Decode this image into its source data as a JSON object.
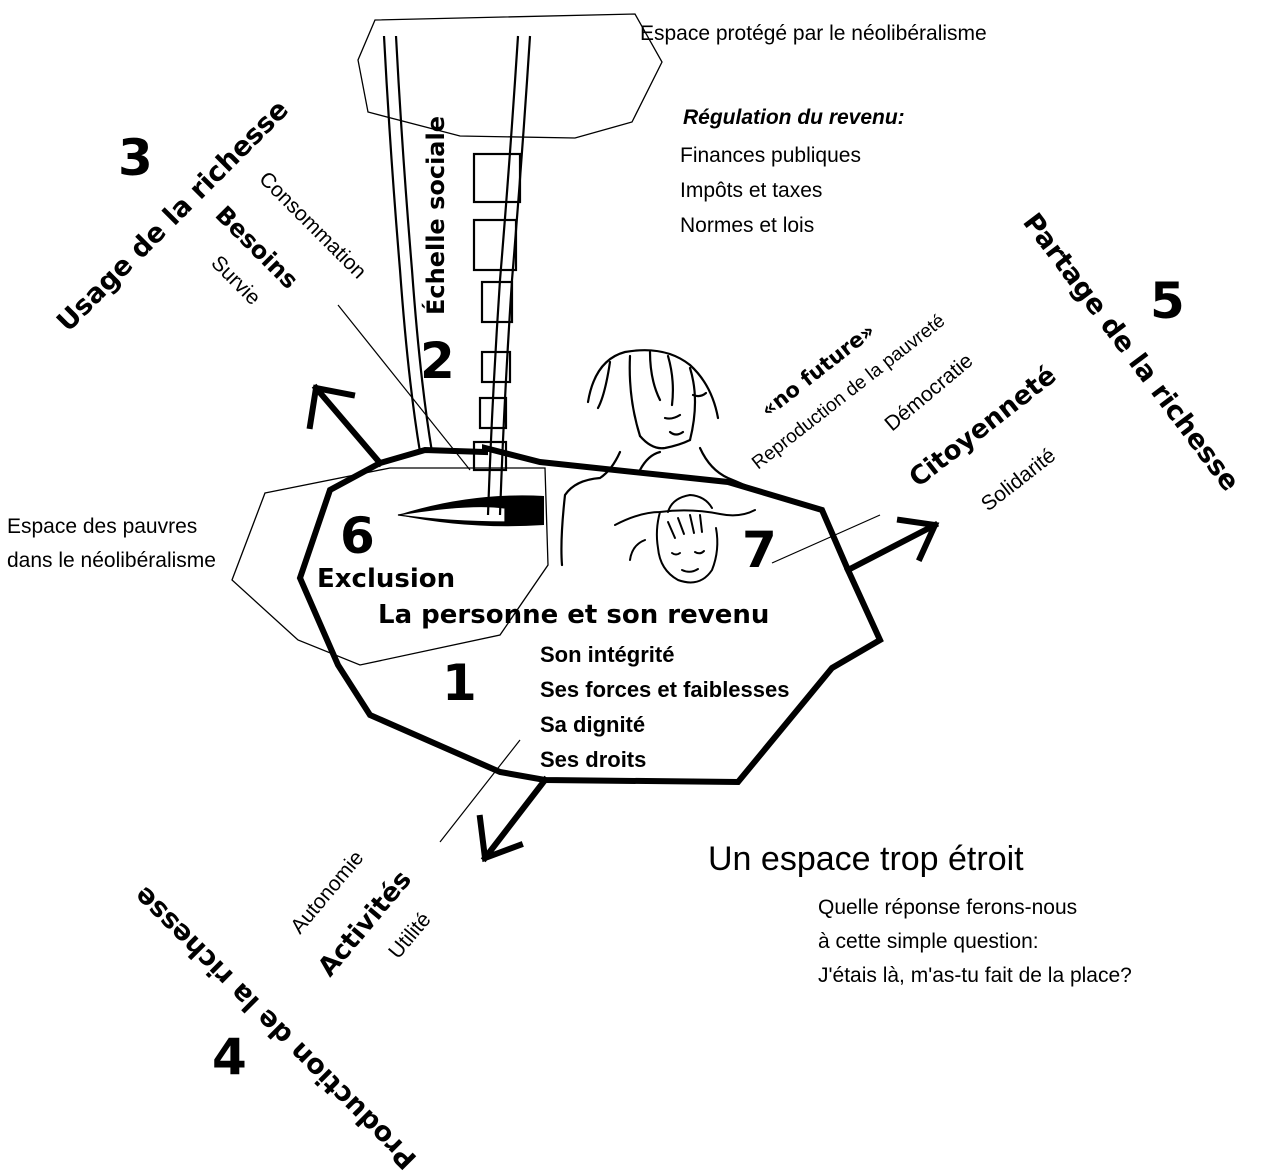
{
  "top_label": "Espace protégé par le néolibéralisme",
  "regulation": {
    "title": "Régulation du revenu:",
    "items": [
      "Finances publiques",
      "Impôts et taxes",
      "Normes et lois"
    ]
  },
  "left_label": [
    "Espace des pauvres",
    "dans le néolibéralisme"
  ],
  "zone1": {
    "number": "1",
    "title": "La personne et son revenu",
    "items": [
      "Son intégrité",
      "Ses forces et faiblesses",
      "Sa dignité",
      "Ses droits"
    ]
  },
  "zone2": {
    "number": "2",
    "title": "Échelle sociale"
  },
  "zone3": {
    "number": "3",
    "title": "Usage de la richesse",
    "consommation": "Consommation",
    "besoins": "Besoins",
    "survie": "Survie"
  },
  "zone4": {
    "number": "4",
    "title": "Production de la richesse",
    "autonomie": "Autonomie",
    "activites": "Activités",
    "utilite": "Utilité"
  },
  "zone5": {
    "number": "5",
    "title": "Partage de la richesse",
    "democratie": "Démocratie",
    "citoyennete": "Citoyenneté",
    "solidarite": "Solidarité"
  },
  "zone6": {
    "number": "6",
    "title": "Exclusion"
  },
  "zone7": {
    "number": "7",
    "no_future": "«no future»",
    "reproduction": "Reproduction de la pauvreté"
  },
  "closing": {
    "title": "Un espace trop étroit",
    "lines": [
      "Quelle réponse ferons-nous",
      "à cette simple question:",
      "J'étais là, m'as-tu fait de la place?"
    ]
  }
}
